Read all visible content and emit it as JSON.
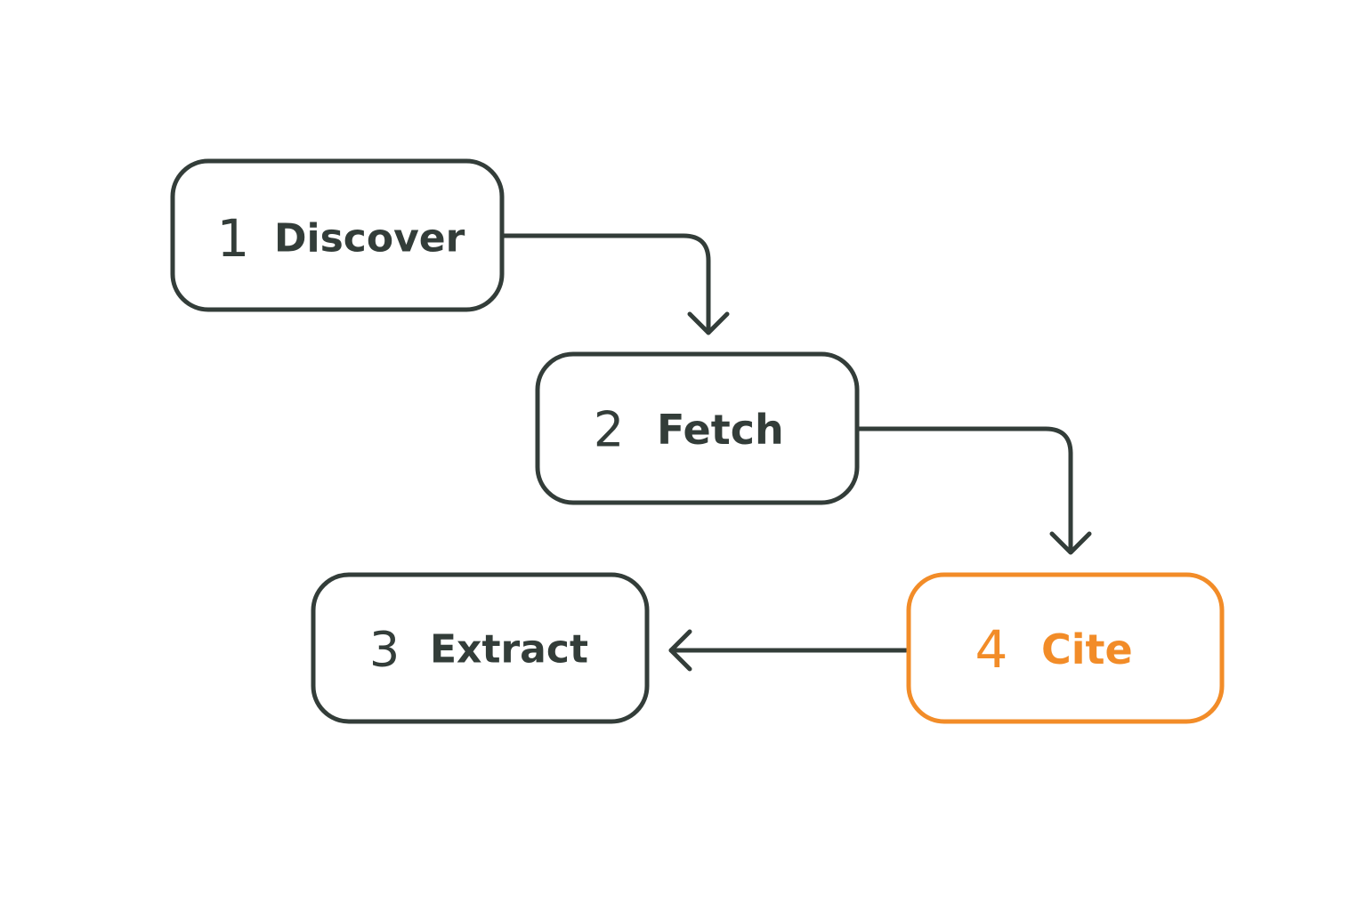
{
  "colors": {
    "default": "#333d39",
    "highlight": "#f28c28",
    "background": "#ffffff"
  },
  "steps": [
    {
      "number": "1",
      "label": "Discover",
      "highlighted": false
    },
    {
      "number": "2",
      "label": "Fetch",
      "highlighted": false
    },
    {
      "number": "3",
      "label": "Extract",
      "highlighted": false
    },
    {
      "number": "4",
      "label": "Cite",
      "highlighted": true
    }
  ],
  "connections": [
    {
      "from": "1",
      "to": "2"
    },
    {
      "from": "2",
      "to": "4"
    },
    {
      "from": "4",
      "to": "3"
    }
  ]
}
